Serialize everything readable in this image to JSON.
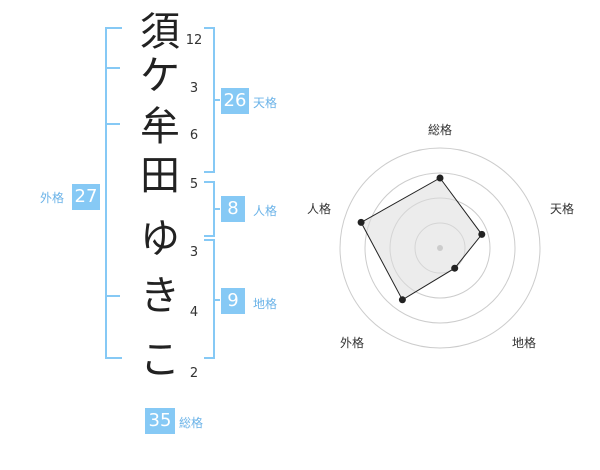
{
  "name_chars": [
    {
      "char": "須",
      "strokes": "12"
    },
    {
      "char": "ケ",
      "strokes": "3"
    },
    {
      "char": "牟",
      "strokes": "6"
    },
    {
      "char": "田",
      "strokes": "5"
    },
    {
      "char": "ゆ",
      "strokes": "3"
    },
    {
      "char": "き",
      "strokes": "4"
    },
    {
      "char": "こ",
      "strokes": "2"
    }
  ],
  "kakusu": {
    "tenkaku": {
      "value": "26",
      "label": "天格"
    },
    "jinkaku": {
      "value": "8",
      "label": "人格"
    },
    "chikaku": {
      "value": "9",
      "label": "地格"
    },
    "gaikaku": {
      "value": "27",
      "label": "外格"
    },
    "soukaku": {
      "value": "35",
      "label": "総格"
    }
  },
  "radar": {
    "labels": [
      "総格",
      "天格",
      "地格",
      "外格",
      "人格"
    ],
    "scores": [
      0.7,
      0.44,
      0.25,
      0.64,
      0.83
    ],
    "line_color": "#222222",
    "fill_color": "#dddddd"
  },
  "colors": {
    "accent": "#86c9f5",
    "label": "#6bb3e8"
  }
}
